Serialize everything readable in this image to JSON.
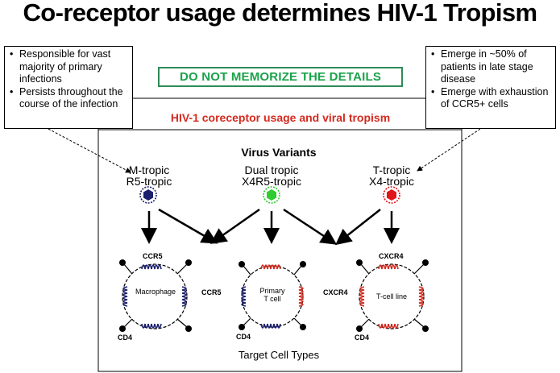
{
  "title": "Co-receptor usage determines HIV-1 Tropism",
  "left_callout": {
    "items": [
      "Responsible for vast majority of primary infections",
      "Persists throughout the course of the infection"
    ]
  },
  "right_callout": {
    "items": [
      "Emerge in ~50% of patients in late stage disease",
      "Emerge with exhaustion of CCR5+ cells"
    ]
  },
  "notice": "DO NOT MEMORIZE THE DETAILS",
  "subtitle": "HIV-1 coreceptor usage and viral tropism",
  "panel": {
    "title": "Virus Variants",
    "footer": "Target Cell Types",
    "variants": [
      {
        "line1": "M-tropic",
        "line2": "R5-tropic",
        "color": "#1a1f6e"
      },
      {
        "line1": "Dual tropic",
        "line2": "X4R5-tropic",
        "color": "#2ecc2e"
      },
      {
        "line1": "T-tropic",
        "line2": "X4-tropic",
        "color": "#e0161b"
      }
    ],
    "cells": [
      {
        "name": "Macrophage",
        "receptor_top": "CCR5",
        "receptor_side": "CCR5",
        "cd4": "CD4"
      },
      {
        "name_line1": "Primary",
        "name_line2": "T cell",
        "cd4": "CD4"
      },
      {
        "name": "T-cell line",
        "receptor_top": "CXCR4",
        "receptor_side": "CXCR4",
        "cd4": "CD4"
      }
    ]
  },
  "colors": {
    "ccr5": "#1a1f6e",
    "cxcr4": "#d42a1f",
    "notice": "#1aa34a",
    "subtitle": "#d42a1f"
  }
}
